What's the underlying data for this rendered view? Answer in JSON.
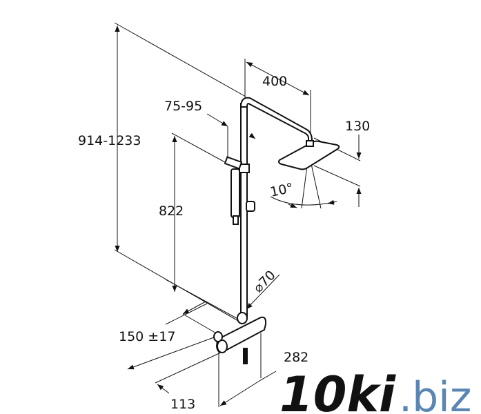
{
  "drawing": {
    "title": "Shower system dimension drawing",
    "dimensions": {
      "total_height": "914-1233",
      "slider_height": "822",
      "slider_clearance": "75-95",
      "arm_reach": "400",
      "head_height": "130",
      "tilt_angle": "10°",
      "pipe_diameter": "⌀70",
      "inlet_spacing": "150 ±17",
      "wall_distance": "113",
      "mixer_width": "282"
    }
  },
  "watermark": {
    "brand": "10ki",
    "tld": ".biz",
    "color_brand": "#111111",
    "color_tld": "#5b86b3"
  }
}
